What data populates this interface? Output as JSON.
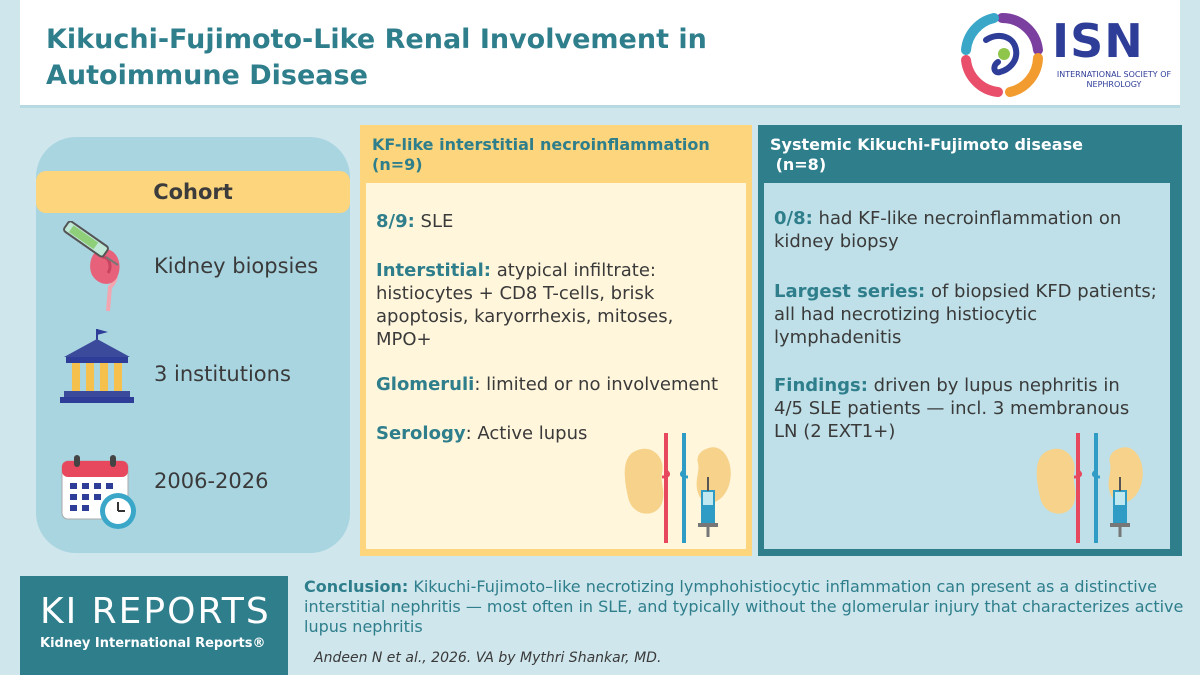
{
  "header": {
    "title_line1": "Kikuchi-Fujimoto-Like Renal Involvement in",
    "title_line2": "Autoimmune Disease",
    "logo_text": "ISN",
    "logo_sub": "INTERNATIONAL SOCIETY OF NEPHROLOGY"
  },
  "cohort": {
    "title": "Cohort",
    "items": [
      {
        "icon": "kidney-biopsy-icon",
        "label": "Kidney biopsies"
      },
      {
        "icon": "institution-icon",
        "label": "3 institutions"
      },
      {
        "icon": "calendar-clock-icon",
        "label": "2006-2026"
      }
    ]
  },
  "kf_panel": {
    "title_line1": "KF-like interstitial necroinflammation",
    "title_line2": "(n=9)",
    "p1_bold": "8/9:",
    "p1_text": " SLE",
    "p2_bold": "Interstitial:",
    "p2_text": " atypical infiltrate: histiocytes + CD8 T-cells, brisk apoptosis, karyorrhexis, mitoses, MPO+",
    "p3_bold": "Glomeruli",
    "p3_text": ": limited or no involvement",
    "p4_bold": "Serology",
    "p4_text": ": Active lupus"
  },
  "sys_panel": {
    "title_line1": "Systemic Kikuchi-Fujimoto disease",
    "title_line2": " (n=8)",
    "p1_bold": "0/8:",
    "p1_text": " had KF-like necroinflammation on kidney biopsy",
    "p2_bold": "Largest series:",
    "p2_text": " of biopsied KFD patients; all had necrotizing histiocytic lymphadenitis",
    "p3_bold": "Findings:",
    "p3_text": " driven by lupus nephritis in 4/5 SLE patients — incl. 3 membranous LN (2 EXT1+)"
  },
  "footer": {
    "logo_main": "KI REPORTS",
    "logo_sub": "Kidney International Reports®",
    "conclusion_bold": "Conclusion:",
    "conclusion_text": " Kikuchi-Fujimoto–like necrotizing lymphohistiocytic inflammation can present as a distinctive interstitial nephritis — most often in SLE, and typically without the glomerular injury that characterizes active lupus nephritis",
    "citation": "Andeen N et al., 2026. VA by Mythri Shankar, MD."
  },
  "colors": {
    "teal": "#2f7e8c",
    "yellow": "#fcd57d",
    "light_blue": "#a9d5e1",
    "isn_blue": "#2e3d98"
  }
}
